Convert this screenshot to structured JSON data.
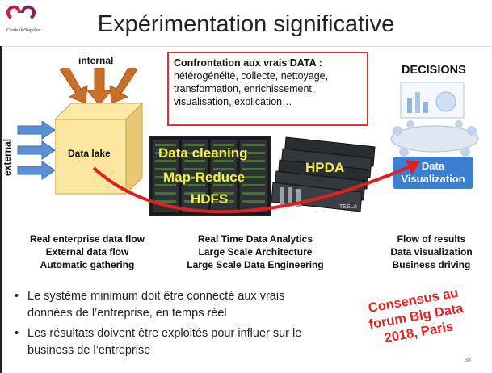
{
  "slide": {
    "title": "Expérimentation significative",
    "logo_text": "CentraleSupélec",
    "page_number": "38"
  },
  "diagram": {
    "internal_label": "internal",
    "external_label": "external",
    "data_lake_label": "Data lake",
    "callout_title": "Confrontation aux vrais DATA :",
    "callout_body": "hétérogénéité, collecte, nettoyage, transformation, enrichissement, visualisation, explication…",
    "cleaning_label": "Data cleaning",
    "mapreduce_label": "Map-Reduce",
    "hdfs_label": "HDFS",
    "hpda_label": "HPDA",
    "decisions_label": "DECISIONS",
    "dataviz_label": "Data Visualization"
  },
  "columns": [
    {
      "lines": [
        "Real enterprise data flow",
        "External data flow",
        "Automatic gathering"
      ]
    },
    {
      "lines": [
        "Real Time Data Analytics",
        "Large Scale Architecture",
        "Large Scale Data Engineering"
      ]
    },
    {
      "lines": [
        "Flow of results",
        "Data visualization",
        "Business driving"
      ]
    }
  ],
  "bullets": [
    "Le système minimum doit être connecté aux vrais données de l’entreprise, en temps réel",
    "Les résultats doivent être exploités pour influer sur le business de l’entreprise"
  ],
  "consensus": [
    "Consensus au",
    "forum Big Data",
    "2018, Paris"
  ],
  "colors": {
    "accent_red": "#e53030",
    "arrow_orange": "#c8702a",
    "arrow_blue": "#5b8fd6",
    "overlay_yellow": "#f2f04a",
    "dataviz_blue": "#3b7fd0"
  }
}
